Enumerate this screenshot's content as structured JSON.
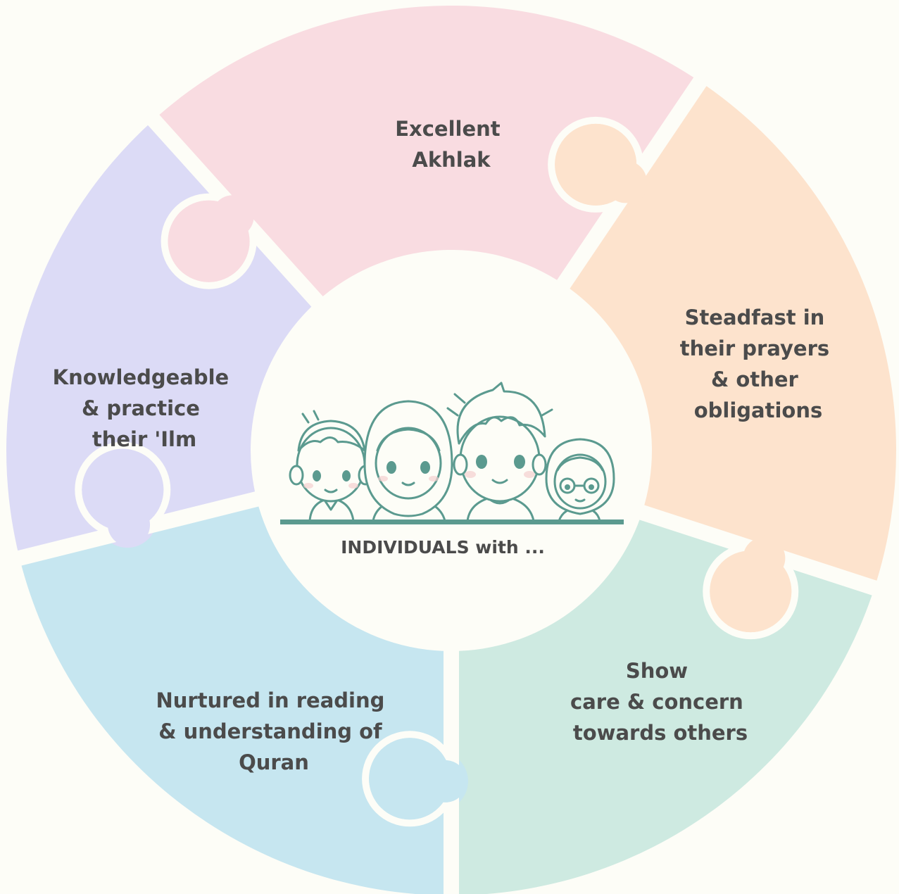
{
  "center": {
    "caption": "INDIVIDUALS with ..."
  },
  "pieces": [
    {
      "id": "akhlak",
      "lines": [
        "Excellent",
        "Akhlak"
      ],
      "color": "#f9dce1"
    },
    {
      "id": "prayers",
      "lines": [
        "Steadfast in",
        "their prayers",
        "& other",
        "obligations"
      ],
      "color": "#fde3cd"
    },
    {
      "id": "care",
      "lines": [
        "Show",
        "care & concern",
        "towards others"
      ],
      "color": "#ceeae1"
    },
    {
      "id": "quran",
      "lines": [
        "Nurtured in reading",
        "& understanding of",
        "Quran"
      ],
      "color": "#c6e6f0"
    },
    {
      "id": "ilm",
      "lines": [
        "Knowledgeable",
        "& practice",
        "their 'Ilm"
      ],
      "color": "#dcdbf6"
    }
  ],
  "colors": {
    "background": "#fdfdf7",
    "text": "#4b4b4b",
    "illustration": "#5b9a8f"
  },
  "illustration": {
    "icon": "children-group-icon"
  }
}
